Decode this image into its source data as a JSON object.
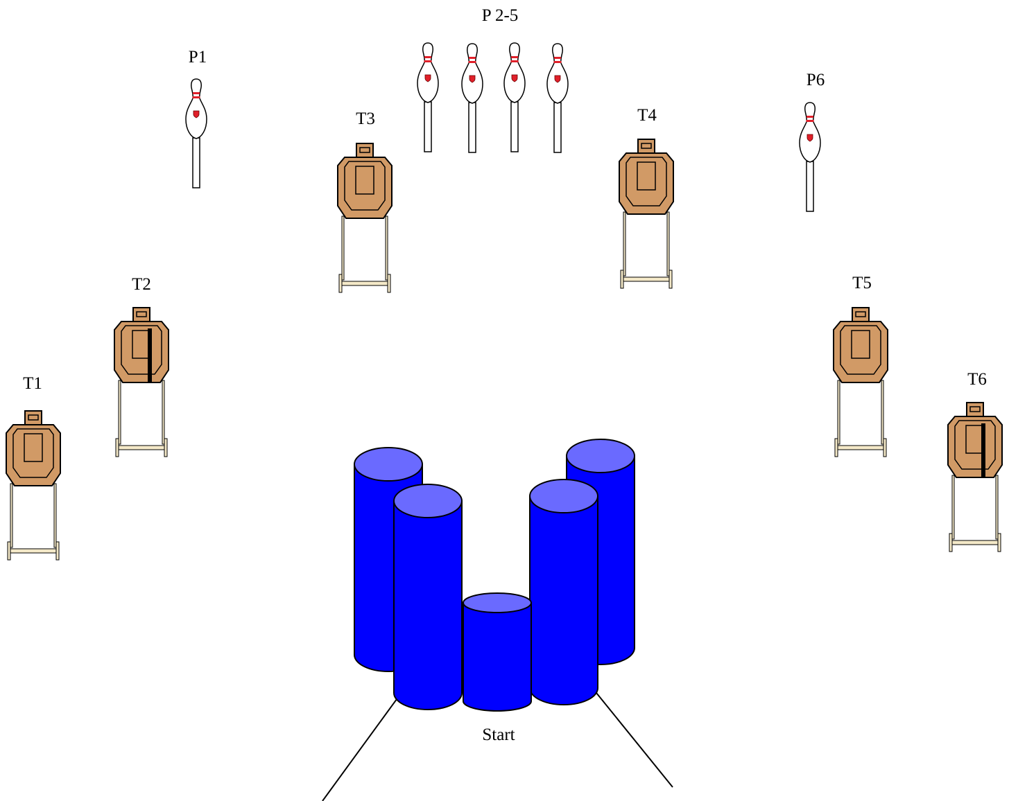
{
  "labels": {
    "p1": "P1",
    "p2_5": "P 2-5",
    "p6": "P6",
    "t1": "T1",
    "t2": "T2",
    "t3": "T3",
    "t4": "T4",
    "t5": "T5",
    "t6": "T6",
    "start": "Start"
  },
  "targets": [
    {
      "id": "t1",
      "hardcover_strip": false
    },
    {
      "id": "t2",
      "hardcover_strip": true
    },
    {
      "id": "t3",
      "hardcover_strip": false
    },
    {
      "id": "t4",
      "hardcover_strip": false
    },
    {
      "id": "t5",
      "hardcover_strip": false
    },
    {
      "id": "t6",
      "hardcover_strip": true
    }
  ],
  "pins": [
    "p1",
    "p2",
    "p3",
    "p4",
    "p5",
    "p6"
  ],
  "barrels": [
    "back-left",
    "front-left",
    "center",
    "front-right",
    "back-right"
  ],
  "colors": {
    "target_fill": "#d19a66",
    "barrel_side": "#0000ff",
    "barrel_top": "#6a6aff",
    "pin_fill": "#ffffff",
    "pin_stripe": "#e0202a",
    "outline": "#000000",
    "stand_fill": "#f4e9c8"
  },
  "icons": {
    "target": "steel-silhouette-target-icon",
    "pin": "bowling-pin-icon",
    "barrel": "barrel-icon"
  }
}
